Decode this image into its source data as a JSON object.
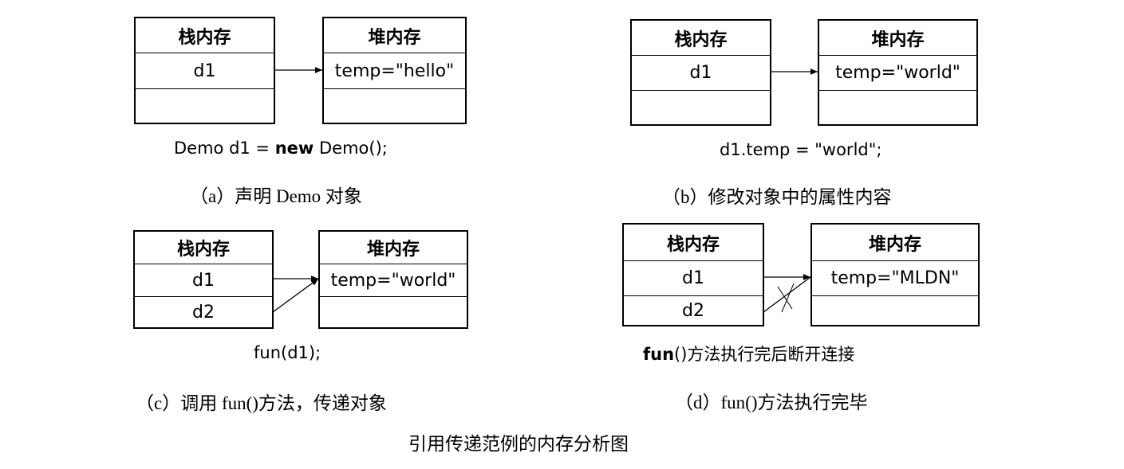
{
  "panels": {
    "a": {
      "stack_header": "栈内存",
      "heap_header": "堆内存",
      "stack_rows": [
        "d1",
        ""
      ],
      "heap_rows": [
        "temp=\"hello\"",
        ""
      ],
      "code_prefix": "Demo d1 = ",
      "code_keyword": "new",
      "code_suffix": " Demo();",
      "caption": "（a）声明 Demo 对象"
    },
    "b": {
      "stack_header": "栈内存",
      "heap_header": "堆内存",
      "stack_rows": [
        "d1",
        ""
      ],
      "heap_rows": [
        "temp=\"world\"",
        ""
      ],
      "code": "d1.temp = \"world\";",
      "caption": "（b）修改对象中的属性内容"
    },
    "c": {
      "stack_header": "栈内存",
      "heap_header": "堆内存",
      "stack_rows": [
        "d1",
        "d2"
      ],
      "heap_rows": [
        "temp=\"world\"",
        ""
      ],
      "code": "fun(d1);",
      "caption": "（c）调用 fun()方法，传递对象"
    },
    "d": {
      "stack_header": "栈内存",
      "heap_header": "堆内存",
      "stack_rows": [
        "d1",
        "d2"
      ],
      "heap_rows": [
        "temp=\"MLDN\"",
        ""
      ],
      "code_prefix": "fun",
      "code_suffix": "()方法执行完后断开连接",
      "caption": "（d）fun()方法执行完毕"
    }
  },
  "figure_caption": "引用传递范例的内存分析图"
}
